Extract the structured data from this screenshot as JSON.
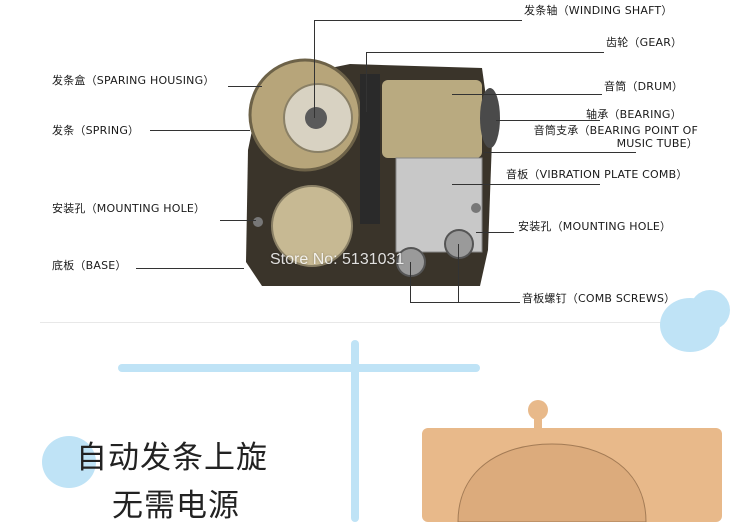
{
  "labels": {
    "winding_shaft": "发条轴（WINDING SHAFT）",
    "gear": "齿轮（GEAR）",
    "drum": "音筒（DRUM）",
    "bearing": "轴承（BEARING）",
    "bearing_point": "音筒支承（BEARING POINT OF MUSIC TUBE）",
    "vibration_plate": "音板（VIBRATION PLATE COMB）",
    "mounting_hole_right": "安装孔（MOUNTING HOLE）",
    "comb_screws": "音板螺钉（COMB SCREWS）",
    "sparing_housing": "发条盒（SPARING HOUSING）",
    "spring": "发条（SPRING）",
    "mounting_hole_left": "安装孔（MOUNTING HOLE）",
    "base": "底板（BASE）"
  },
  "watermark": "Store No: 5131031",
  "promo": {
    "line1": "自动发条上旋",
    "line2": "无需电源"
  },
  "colors": {
    "accent_blue": "#bfe3f6",
    "metal_brass": "#b7a57a",
    "metal_dark": "#3a342a",
    "wood": "#e8b98a"
  }
}
